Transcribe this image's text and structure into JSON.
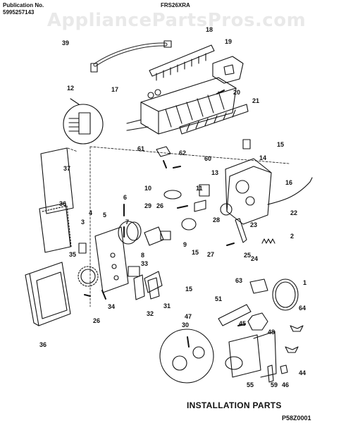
{
  "header": {
    "publication_label": "Publication No.",
    "publication_number": "5995257143",
    "model": "FRS26XRA"
  },
  "watermark": "AppliancePartsPros.com",
  "footer": {
    "section_title": "INSTALLATION PARTS",
    "diagram_code": "P58Z0001"
  },
  "callouts": [
    "39",
    "18",
    "19",
    "12",
    "17",
    "20",
    "21",
    "61",
    "15",
    "62",
    "60",
    "14",
    "37",
    "13",
    "16",
    "6",
    "10",
    "11",
    "29",
    "26",
    "36",
    "7",
    "28",
    "22",
    "3",
    "4",
    "5",
    "23",
    "2",
    "9",
    "15",
    "35",
    "33",
    "8",
    "27",
    "25",
    "24",
    "1",
    "63",
    "51",
    "64",
    "45",
    "48",
    "26",
    "34",
    "32",
    "31",
    "30",
    "15",
    "47",
    "36",
    "44",
    "55",
    "59",
    "46"
  ]
}
